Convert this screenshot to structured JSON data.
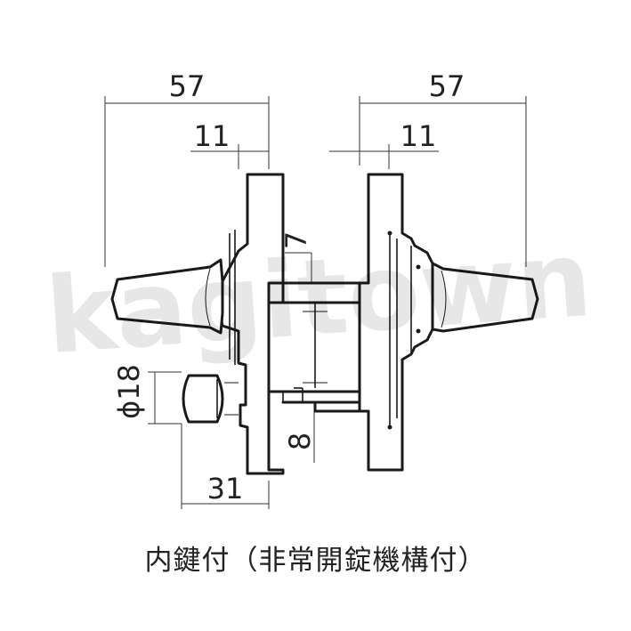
{
  "dimensions": {
    "left_width": "57",
    "right_width": "57",
    "left_offset": "11",
    "right_offset": "11",
    "small_square": "7",
    "thumbturn_diameter": "ϕ18",
    "gap": "8",
    "thumbturn_reach": "31"
  },
  "watermark": "kagitown",
  "caption": "内鍵付（非常開錠機構付）",
  "colors": {
    "line": "#1a1a1a",
    "watermark": "#000000"
  }
}
